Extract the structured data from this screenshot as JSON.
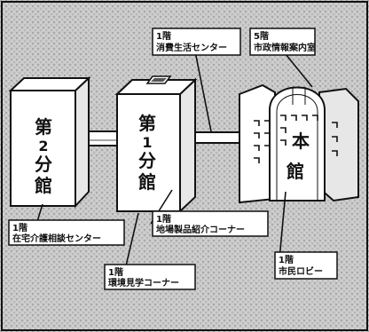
{
  "colors": {
    "background": "#c9c9c9",
    "stipple": "#8f8f8f",
    "building_face": "#ffffff",
    "building_side": "#e7e7e7",
    "line": "#111111"
  },
  "buildings": {
    "second_annex": {
      "chars": [
        "第",
        "2",
        "分",
        "館"
      ]
    },
    "first_annex": {
      "chars": [
        "第",
        "1",
        "分",
        "館"
      ]
    },
    "main_hall": {
      "chars": [
        "本",
        "館"
      ]
    }
  },
  "labels": {
    "consumer_center": {
      "floor": "1階",
      "name": "消費生活センター"
    },
    "city_info_room": {
      "floor": "5階",
      "name": "市政情報案内室"
    },
    "home_care_center": {
      "floor": "1階",
      "name": "在宅介護相談センター"
    },
    "local_products_corner": {
      "floor": "1階",
      "name": "地場製品紹介コーナー"
    },
    "citizen_lobby": {
      "floor": "1階",
      "name": "市民ロビー"
    },
    "environment_corner": {
      "floor": "1階",
      "name": "環境見学コーナー"
    }
  }
}
